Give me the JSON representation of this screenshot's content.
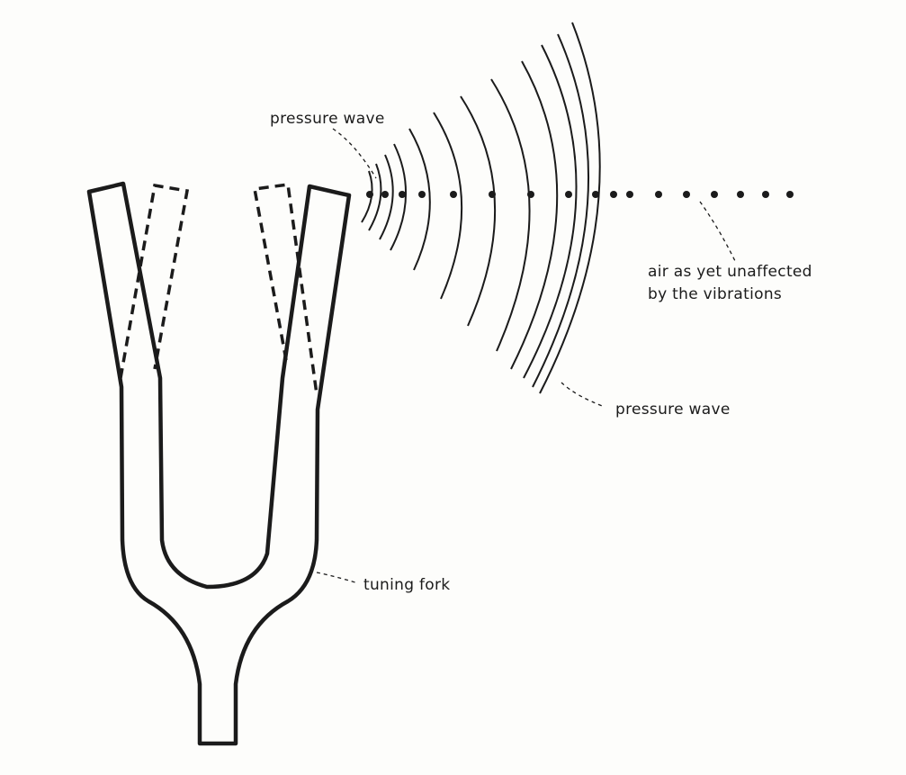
{
  "labels": {
    "pressure_wave_top": "pressure wave",
    "air_line1": "air as yet unaffected",
    "air_line2": "by the vibrations",
    "pressure_wave_bottom": "pressure wave",
    "tuning_fork": "tuning fork"
  },
  "colors": {
    "ink": "#1b1b1b",
    "paper": "#fdfdfb"
  }
}
